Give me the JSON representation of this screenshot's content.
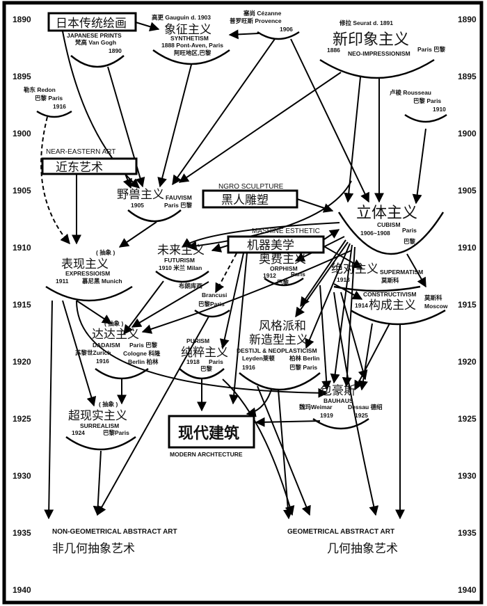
{
  "years_left": [
    "1890",
    "1895",
    "1900",
    "1905",
    "1910",
    "1915",
    "1920",
    "1925",
    "1930",
    "1935",
    "1940"
  ],
  "years_right": [
    "1890",
    "1895",
    "1900",
    "1905",
    "1910",
    "1915",
    "1920",
    "1925",
    "1930",
    "1935",
    "1940"
  ],
  "japanese_prints": {
    "box": "日本传统绘画",
    "en": "JAPANESE PRINTS"
  },
  "van_gogh": {
    "name": "梵高 Van Gogh",
    "year": "1890"
  },
  "synthetism": {
    "artist": "高更  Gauguin d. 1903",
    "zh": "象征主义",
    "en": "SYNTHETISM",
    "place": "1888  Pont-Aven, Paris",
    "place_zh": "阿旺地区,巴黎"
  },
  "cezanne": {
    "name": "塞尚 Cézanne",
    "place": "普罗旺斯 Provence",
    "year": "1906"
  },
  "neo_impressionism": {
    "artist": "修拉 Seurat d. 1891",
    "zh": "新印象主义",
    "year": "1886",
    "en": "NEO-IMPRESSIONISM",
    "place": "Paris 巴黎"
  },
  "redon": {
    "name": "勒东 Redon",
    "place": "巴黎 Paris",
    "year": "1916"
  },
  "rousseau": {
    "name": "卢梭 Rousseau",
    "place": "巴黎 Paris",
    "year": "1910"
  },
  "near_eastern": {
    "en": "NEAR-EASTERN ART",
    "box": "近东艺术"
  },
  "fauvism": {
    "zh": "野兽主义",
    "en": "FAUVISM",
    "year": "1905",
    "place": "Paris 巴黎"
  },
  "negro_sculpture": {
    "en": "NGRO SCULPTURE",
    "box": "黑人雕塑"
  },
  "cubism": {
    "zh": "立体主义",
    "en": "CUBISM",
    "year": "1906~1908",
    "place": "Paris",
    "place_zh": "巴黎"
  },
  "machine_esthetic": {
    "en": "MASHINE ESTHETIC",
    "box": "机器美学"
  },
  "futurism": {
    "zh": "未来主义",
    "en": "FUTURISM",
    "place": "1910  米兰 Milan"
  },
  "expressionism": {
    "note": "( 抽象 )",
    "zh": "表现主义",
    "en": "EXPRESSIOISM",
    "year": "1911",
    "place": "慕尼黑 Munich"
  },
  "orphism": {
    "zh": "奥费主义",
    "en": "ORPHISM",
    "year": "1912",
    "place": "Paris",
    "place_zh": "巴黎"
  },
  "suprematism": {
    "zh": "绝对主义",
    "en": "SUPERMATISM",
    "year": "1913",
    "place": "莫斯科"
  },
  "constructivism": {
    "en": "CONSTRUCTIVISM",
    "year": "1914",
    "zh": "构成主义",
    "place_zh": "莫斯科",
    "place": "Moscow"
  },
  "brancusi": {
    "zh": "布朗库西",
    "name": "Brancusi",
    "place": "巴黎Paris"
  },
  "dadaism": {
    "note": "( 抽象 )",
    "zh": "达达主义",
    "en": "DADAISM",
    "place1": "Paris 巴黎",
    "place2": "苏黎世Zurich",
    "place3": "Cologne 科隆",
    "year": "1916",
    "place4": "Berlin 柏林"
  },
  "purism": {
    "en": "PURISM",
    "zh": "纯粹主义",
    "year": "1918",
    "place": "Paris",
    "place_zh": "巴黎"
  },
  "de_stijl": {
    "zh1": "风格派和",
    "zh2": "新造型主义",
    "en": "DESTIJL & NEOPLASTICISM",
    "place1": "Leyden莱顿",
    "year": "1916",
    "place2": "柏林 Berlin",
    "place3": "巴黎 Paris"
  },
  "bauhaus": {
    "zh": "包豪斯",
    "en": "BAUHAUS",
    "place1": "魏玛Weimar",
    "place2": "Dessau 德绍",
    "year1": "1919",
    "year2": "1925"
  },
  "surrealism": {
    "note": "( 抽象 )",
    "zh": "超现实主义",
    "en": "SURREALISM",
    "year": "1924",
    "place": "巴黎Paris"
  },
  "modern_architecture": {
    "box": "现代建筑",
    "en": "MODERN ARCHTECTURE"
  },
  "non_geometrical": {
    "en": "NON-GEOMETRICAL ABSTRACT ART",
    "zh": "非几何抽象艺术"
  },
  "geometrical": {
    "en": "GEOMETRICAL ABSTRACT ART",
    "zh": "几何抽象艺术"
  }
}
